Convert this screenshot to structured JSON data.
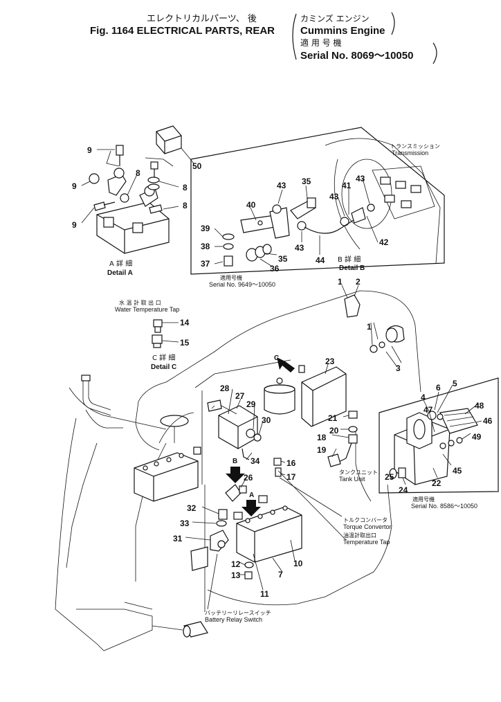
{
  "title": {
    "jp_parts": "エレクトリカルパーツ、 後",
    "fig": "Fig. 1164 ELECTRICAL PARTS, REAR",
    "engine_jp": "カミンズ エンジン",
    "engine": "Cummins Engine",
    "serial_jp": "適 用 号 機",
    "serial": "Serial No. 8069～10050"
  },
  "details": {
    "a_jp": "A 詳 細",
    "a": "Detail A",
    "b_jp": "B 詳 細",
    "b": "Detail B",
    "c_jp": "C 詳 細",
    "c": "Detail C"
  },
  "labels": {
    "transmission_jp": "トランスミッション",
    "transmission": "Transmission",
    "serial_b_jp": "適用号機",
    "serial_b": "Serial No. 9649～10050",
    "water_temp_jp": "水 温 計 取 出 口",
    "water_temp": "Water Temperature Tap",
    "tank_unit_jp": "タンクユニット",
    "tank_unit": "Tank Unit",
    "serial_r_jp": "適用号機",
    "serial_r": "Serial No. 8586～10050",
    "torque_jp": "トルクコンバータ",
    "torque": "Torque Convertor",
    "temp_tap_jp": "油温計取出口",
    "temp_tap": "Temperature Tap",
    "relay_jp": "バッテリーリレースイッチ",
    "relay": "Battery Relay Switch",
    "arrow_b": "B",
    "arrow_c": "C",
    "arrow_a": "A"
  },
  "parts": [
    "1",
    "2",
    "3",
    "4",
    "5",
    "6",
    "7",
    "8",
    "9",
    "10",
    "11",
    "12",
    "13",
    "14",
    "15",
    "16",
    "17",
    "18",
    "19",
    "20",
    "21",
    "22",
    "23",
    "24",
    "25",
    "26",
    "27",
    "28",
    "29",
    "30",
    "31",
    "32",
    "33",
    "34",
    "35",
    "36",
    "37",
    "38",
    "39",
    "40",
    "41",
    "42",
    "43",
    "44",
    "45",
    "46",
    "47",
    "48",
    "49",
    "50"
  ]
}
